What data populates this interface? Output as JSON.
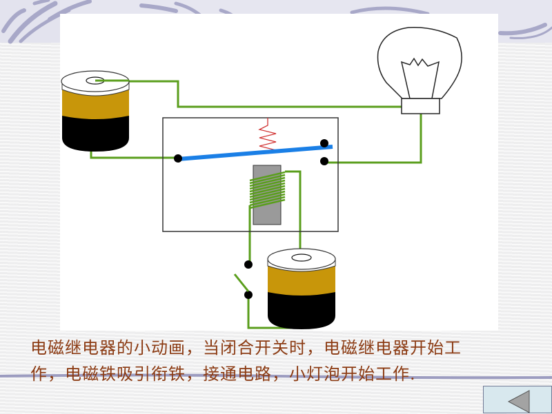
{
  "slide": {
    "caption": "电磁继电器的小动画，当闭合开关时，电磁继电器开始工作，电磁铁吸引衔铁，接通电路，小灯泡开始工作.",
    "caption_color": "#8b3a12"
  },
  "diagram": {
    "title": "电磁继电器示意图",
    "components": [
      "battery-1",
      "light-bulb",
      "relay",
      "spring",
      "armature",
      "electromagnet-coil",
      "iron-core",
      "battery-2",
      "switch"
    ],
    "colors": {
      "wire": "#5a9e1c",
      "armature": "#1a7fe6",
      "spring": "#d03030",
      "battery_top": "#c8960a",
      "battery_bottom": "#000000",
      "iron_core": "#9a9a9a"
    },
    "switch_state": "open",
    "armature_state": "released"
  },
  "navigation": {
    "back_button_icon": "triangle-left-icon"
  }
}
